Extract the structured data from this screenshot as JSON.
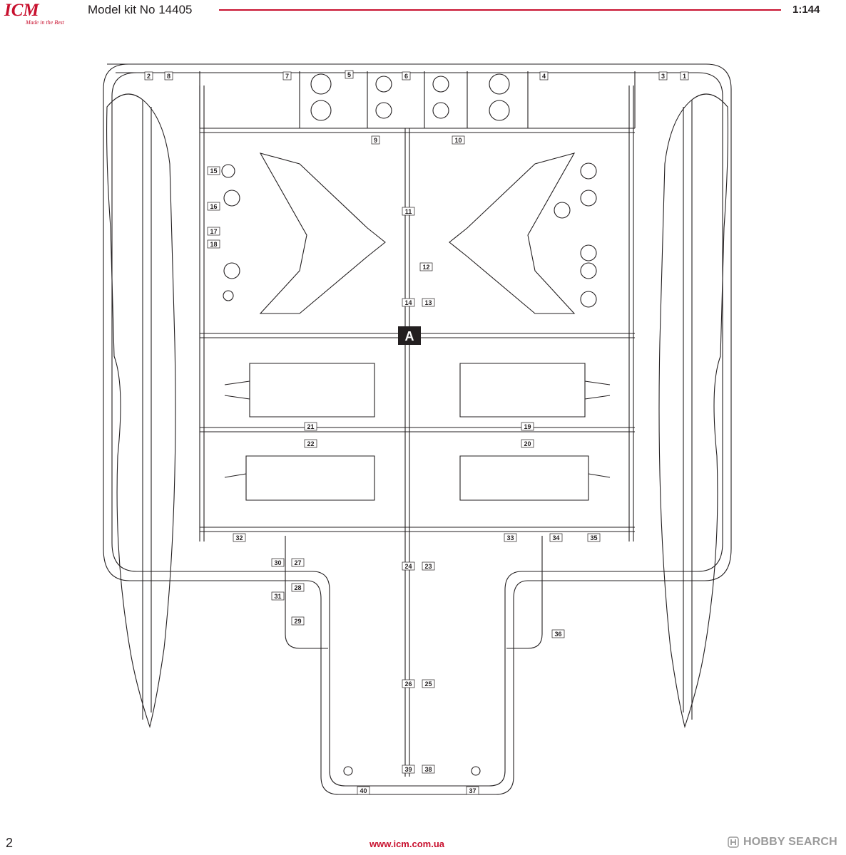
{
  "header": {
    "brand": "ICM",
    "tagline": "Made in the Best",
    "kit_title": "Model kit No 14405",
    "scale": "1:144",
    "brand_color": "#c8102e"
  },
  "sprue": {
    "letter": "A",
    "part_numbers": [
      "1",
      "2",
      "3",
      "4",
      "5",
      "6",
      "7",
      "8",
      "9",
      "10",
      "11",
      "12",
      "13",
      "14",
      "15",
      "16",
      "17",
      "18",
      "19",
      "20",
      "21",
      "22",
      "23",
      "24",
      "25",
      "26",
      "27",
      "28",
      "29",
      "30",
      "31",
      "32",
      "33",
      "34",
      "35",
      "36",
      "37",
      "38",
      "39",
      "40"
    ]
  },
  "footer": {
    "page_number": "2",
    "website": "www.icm.com.ua",
    "watermark": "HOBBY SEARCH",
    "watermark_icon": "hobby-search-logo-icon"
  }
}
